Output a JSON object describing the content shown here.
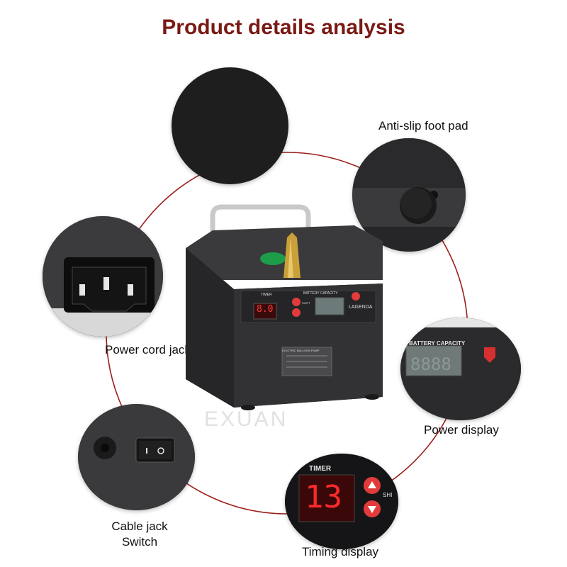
{
  "title": "Product details analysis",
  "watermark": "EXUAN",
  "labels": {
    "anti_slip": "Anti-slip foot pad",
    "power_cord": "Power cord jack",
    "power_display": "Power display",
    "cable_jack_line1": "Cable jack",
    "cable_jack_line2": "Switch",
    "timing_display": "Timing display"
  },
  "device": {
    "timer_label": "TIMER",
    "battery_label": "BATTERY CAPACITY",
    "brand": "LAGENDA",
    "shift_label": "SHIFT",
    "timer_value": "8.0",
    "plate_title": "ELECTRIC BALLOON PUMP"
  },
  "zoom_power": {
    "battery_label": "BATTERY CAPACITY",
    "value": "8888"
  },
  "zoom_timer": {
    "timer_label": "TIMER",
    "value": "13",
    "shift_label": "SHI"
  },
  "colors": {
    "title": "#7a1a14",
    "ring": "#9c1f1a",
    "device_body": "#2e2e30",
    "display_red": "#ff2a2a",
    "button_red": "#e23b3b"
  }
}
